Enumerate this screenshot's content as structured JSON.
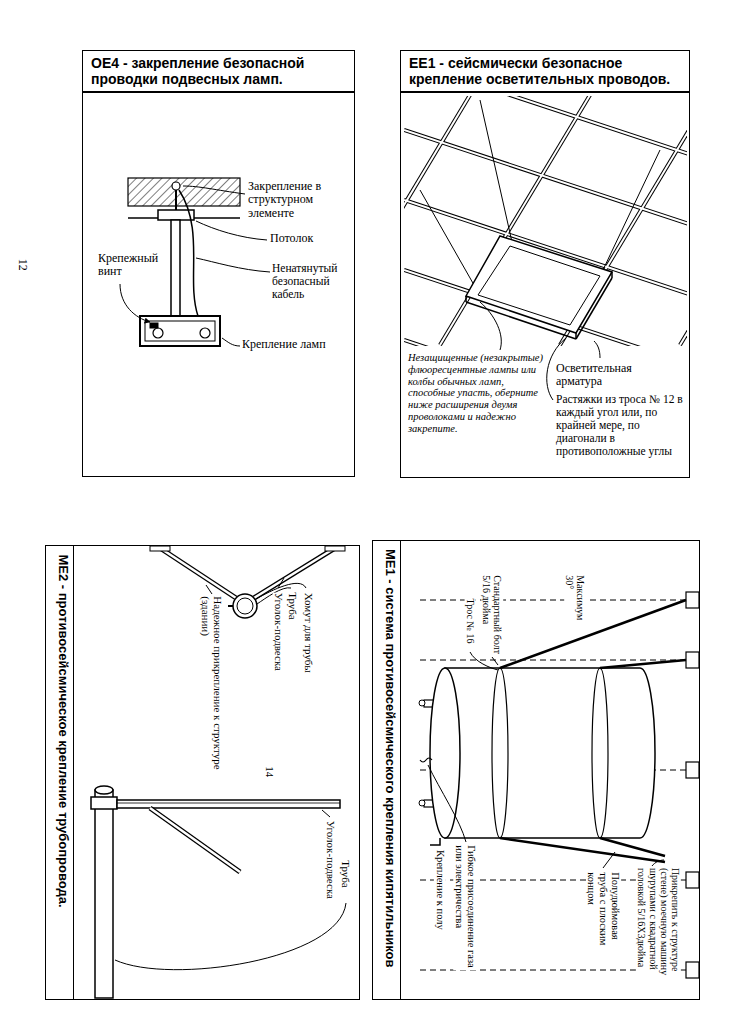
{
  "diagram": {
    "nodes": [
      {
        "text": [
          "OE4 - закрепление безопасной проводки подвесных ламп."
        ]
      },
      {
        "text": [
          "EE1 - сейсмически безопасное крепление осветительных проводов."
        ]
      },
      {
        "text": [
          "ME2 - противосейсмическое крепление трубопровода."
        ]
      },
      {
        "text": [
          "ME1 - система противосейсмического крепления кипятильников"
        ]
      }
    ],
    "labels": [
      "Закрепление в структурном элементе",
      "Потолок",
      "Крепежный винт",
      "Ненатянутый безопасный кабель",
      "Крепление ламп",
      "12",
      "Незащищенные (незакрытые) флюоресцентные лампы или колбы обычных ламп, способные упасть, оберните ниже расширения двумя проволоками и надежно закрепите.",
      "Осветительная арматура",
      "Растяжки из троса № 12 в каждый угол или, по крайней мере, по диагонали в противоположные углы",
      "Уголок-подвеска",
      "Труба",
      "Хомут для трубы",
      "Надежное прикрепление к структуре (здании)",
      "Уголок-подвеска",
      "Труба",
      "14",
      "Максимум 30°",
      "Трос № 16",
      "Стандартный болт 5/16 дюйма",
      "Крепление к полу",
      "Гибкое присоединение газа или электричества",
      "Полудюймовая труба с плоским концом",
      "Прикрепить к структуре (стене) моечную машину шурупами с квадратной головкой 5/16Х3дюйма"
    ]
  }
}
